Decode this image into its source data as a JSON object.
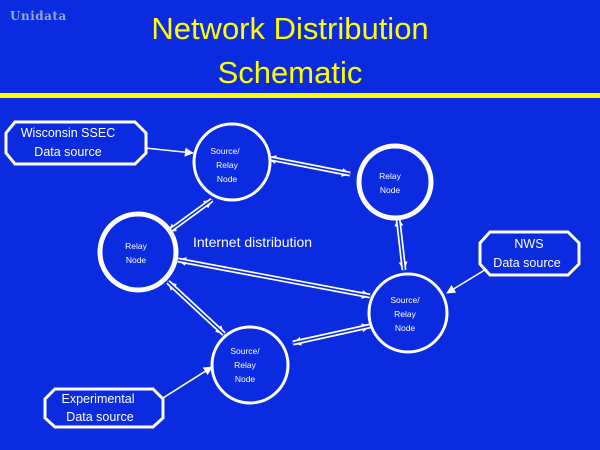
{
  "header": {
    "logo": "Unidata",
    "title_line1": "Network Distribution",
    "title_line2": "Schematic"
  },
  "diagram": {
    "center_label": "Internet distribution",
    "nodes": {
      "top": [
        "Source/",
        "Relay",
        "Node"
      ],
      "upper_right": [
        "Relay",
        "Node"
      ],
      "left": [
        "Relay",
        "Node"
      ],
      "right": [
        "Source/",
        "Relay",
        "Node"
      ],
      "bottom": [
        "Source/",
        "Relay",
        "Node"
      ]
    },
    "sources": {
      "wisconsin": [
        "Wisconsin SSEC",
        "Data source"
      ],
      "nws": [
        "NWS",
        "Data source"
      ],
      "experimental": [
        "Experimental",
        "Data source"
      ]
    }
  },
  "colors": {
    "background": "#0a2be0",
    "title": "#ffff00",
    "rule": "#ffff00",
    "foreground": "#ffffff",
    "logo": "#9aa6d8"
  }
}
